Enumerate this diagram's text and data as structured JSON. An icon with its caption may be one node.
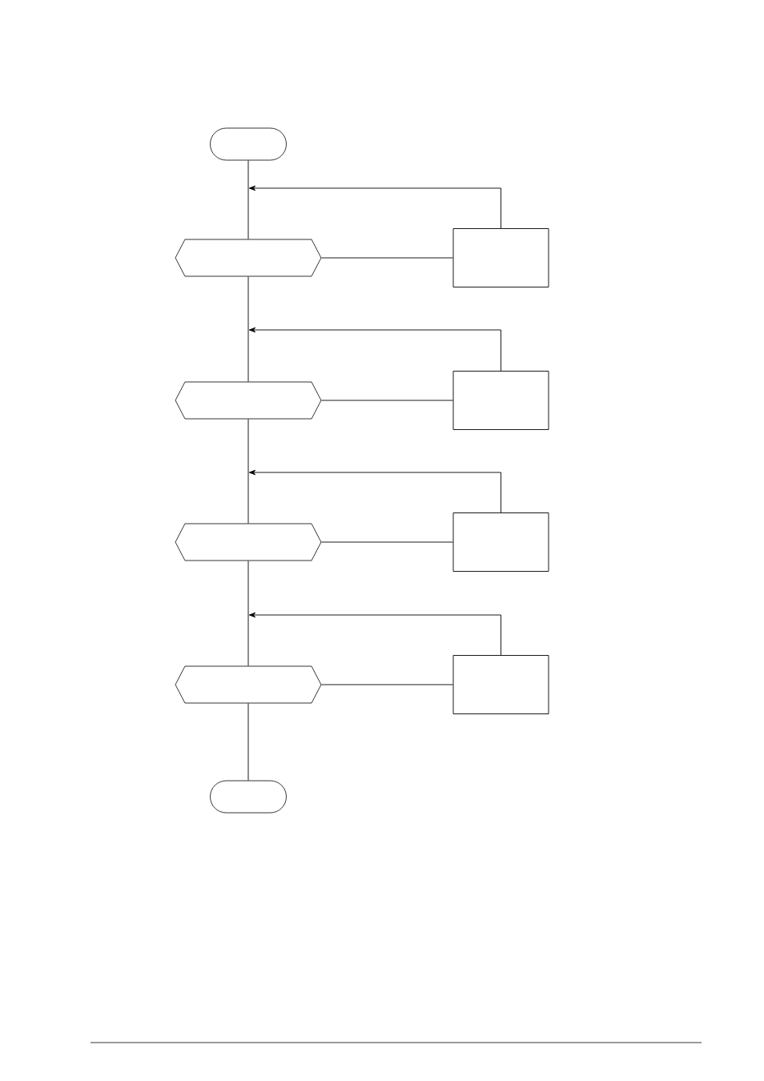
{
  "diagram": {
    "nodes": [
      {
        "text": [],
        "shape": "pill"
      },
      {
        "text": [],
        "shape": "hexagon"
      },
      {
        "text": [],
        "shape": "box"
      },
      {
        "text": [],
        "shape": "hexagon"
      },
      {
        "text": [],
        "shape": "box"
      },
      {
        "text": [],
        "shape": "hexagon"
      },
      {
        "text": [],
        "shape": "box"
      },
      {
        "text": [],
        "shape": "hexagon"
      },
      {
        "text": [],
        "shape": "box"
      },
      {
        "text": [],
        "shape": "pill"
      }
    ],
    "edges": [
      {
        "from": 0,
        "to": 1,
        "arrow": "none"
      },
      {
        "from": 1,
        "to": 2,
        "arrow": "none"
      },
      {
        "from": 2,
        "to": null,
        "arrow": "to"
      },
      {
        "from": 1,
        "to": 3,
        "arrow": "none"
      },
      {
        "from": 3,
        "to": 4,
        "arrow": "none"
      },
      {
        "from": 4,
        "to": null,
        "arrow": "to"
      },
      {
        "from": 3,
        "to": 5,
        "arrow": "none"
      },
      {
        "from": 5,
        "to": 6,
        "arrow": "none"
      },
      {
        "from": 6,
        "to": null,
        "arrow": "to"
      },
      {
        "from": 5,
        "to": 7,
        "arrow": "none"
      },
      {
        "from": 7,
        "to": 8,
        "arrow": "none"
      },
      {
        "from": 8,
        "to": null,
        "arrow": "to"
      },
      {
        "from": 7,
        "to": 9,
        "arrow": "none"
      }
    ]
  }
}
